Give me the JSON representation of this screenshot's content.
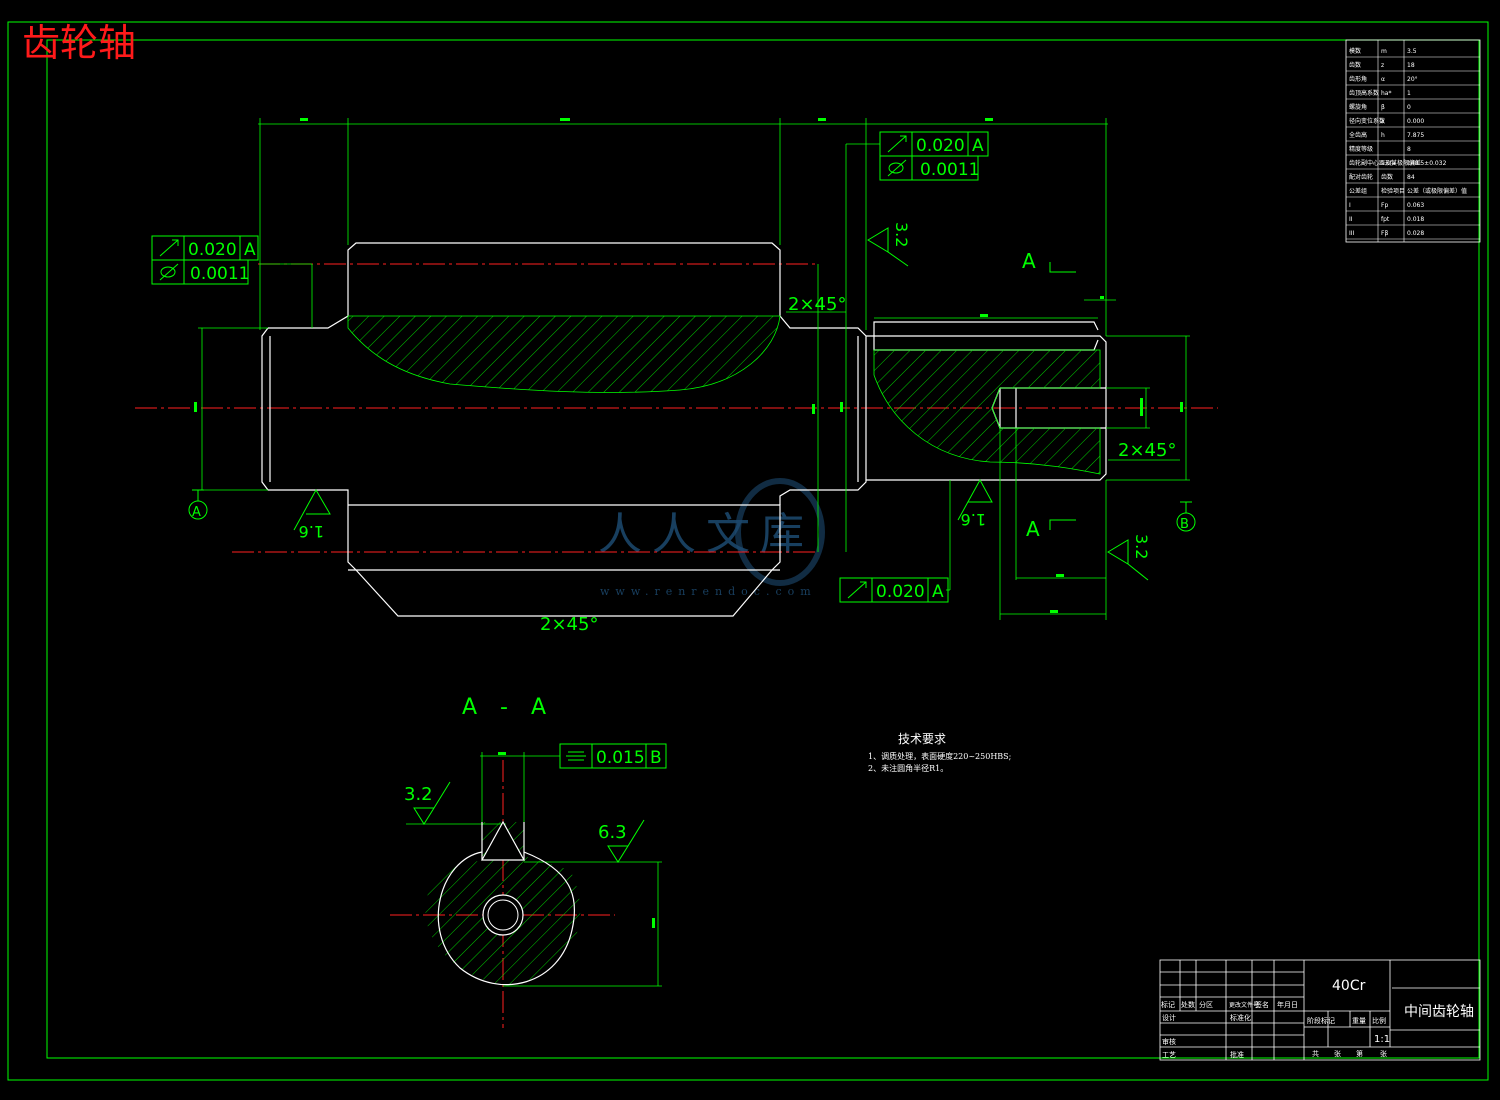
{
  "title": "齿轮轴",
  "watermark": {
    "text": "人人文库",
    "url": "www.renrendoc.com"
  },
  "gdt": {
    "left": {
      "runout": "0.020",
      "cyl": "0.0011",
      "datum": "A"
    },
    "right": {
      "runout": "0.020",
      "cyl": "0.0011",
      "datum": "A"
    },
    "bottom": {
      "runout": "0.020",
      "datum": "A"
    },
    "section": {
      "sym": "0.015",
      "datum": "B"
    }
  },
  "chamfers": {
    "c1": "2×45°",
    "c2": "2×45°",
    "c3": "2×45°"
  },
  "roughness": {
    "r1": "1.6",
    "r2": "1.6",
    "r3": "3.2",
    "r4": "3.2",
    "r5": "3.2",
    "r6": "6.3"
  },
  "datums": {
    "a": "A",
    "b": "B"
  },
  "section": {
    "mark": "A",
    "title": "A - A"
  },
  "tech_req": {
    "title": "技术要求",
    "lines": [
      "1、调质处理，表面硬度220~250HBS;",
      "2、未注圆角半径R1。"
    ]
  },
  "title_block": {
    "material": "40Cr",
    "part_name": "中间齿轮轴",
    "scale": "1:1",
    "labels": {
      "mark": "标记",
      "count": "处数",
      "zone": "分区",
      "docno": "更改文件号",
      "sign": "签名",
      "date": "年月日",
      "design": "设计",
      "std": "标准化",
      "review": "审核",
      "craft": "工艺",
      "approve": "批准",
      "stage": "阶段标记",
      "weight": "重量",
      "ratio": "比例",
      "total": "共",
      "sheets": "张",
      "num": "第",
      "sheet": "张"
    }
  },
  "gear_table": {
    "rows": [
      [
        "模数",
        "m",
        "3.5"
      ],
      [
        "齿数",
        "z",
        "18"
      ],
      [
        "齿形角",
        "α",
        "20°"
      ],
      [
        "齿顶高系数",
        "ha*",
        "1"
      ],
      [
        "螺旋角",
        "β",
        "0"
      ],
      [
        "径向变位系数",
        "x",
        "0.000"
      ],
      [
        "全齿高",
        "h",
        "7.875"
      ],
      [
        "精度等级",
        "",
        "8"
      ],
      [
        "齿轮副中心距及其极限偏差",
        "a±fa",
        "148.5±0.032"
      ],
      [
        "配对齿轮",
        "齿数",
        "84"
      ],
      [
        "公差组",
        "检验项目",
        "公差（或极限偏差）值"
      ],
      [
        "I",
        "Fp",
        "0.063"
      ],
      [
        "II",
        "fpt",
        "0.018"
      ],
      [
        "III",
        "Fβ",
        "0.028"
      ]
    ]
  }
}
